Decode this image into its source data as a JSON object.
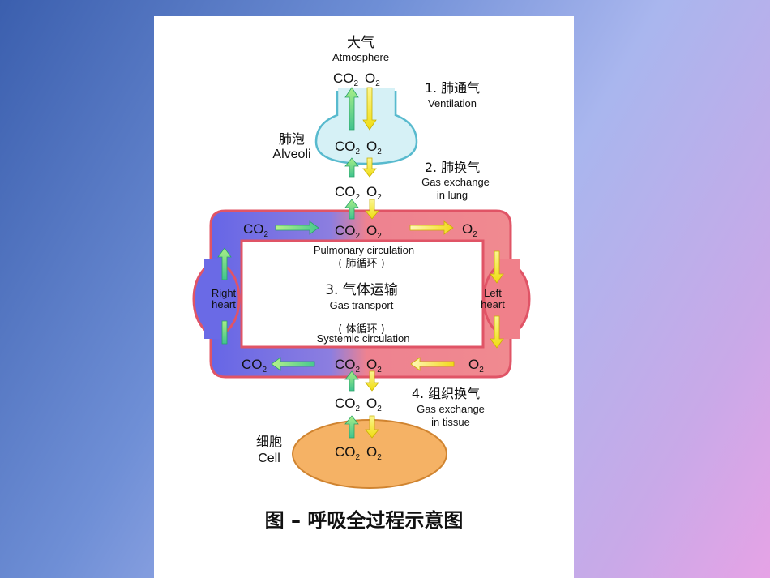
{
  "atmosphere": {
    "cn": "大气",
    "en": "Atmosphere"
  },
  "alveoli": {
    "cn": "肺泡",
    "en": "Alveoli"
  },
  "cell": {
    "cn": "细胞",
    "en": "Cell"
  },
  "steps": {
    "ventilation": {
      "cn": "1. 肺通气",
      "en": "Ventilation"
    },
    "lung_exchange": {
      "cn": "2. 肺换气",
      "en1": "Gas exchange",
      "en2": "in lung"
    },
    "transport": {
      "cn": "3. 气体运输",
      "en": "Gas transport"
    },
    "tissue_exchange": {
      "cn": "4. 组织换气",
      "en1": "Gas exchange",
      "en2": "in tissue"
    }
  },
  "pulmonary": {
    "en": "Pulmonary circulation",
    "cn": "( 肺循环 )"
  },
  "systemic": {
    "cn": "( 体循环 )",
    "en": "Systemic circulation"
  },
  "right_heart": {
    "line1": "Right",
    "line2": "heart"
  },
  "left_heart": {
    "line1": "Left",
    "line2": "heart"
  },
  "gas": {
    "co2": "CO",
    "o2": "O",
    "sub": "2"
  },
  "caption": "图 – 呼吸全过程示意图",
  "colors": {
    "venous_blue": "#6f6fe8",
    "arterial_red": "#f0808a",
    "vessel_outline": "#e25565",
    "alveoli_fill": "#d7f2f7",
    "alveoli_stroke": "#5bbcd0",
    "cell_fill": "#f6b363",
    "co2_arrow": "#7ee08a",
    "o2_arrow": "#f4ee3c"
  }
}
